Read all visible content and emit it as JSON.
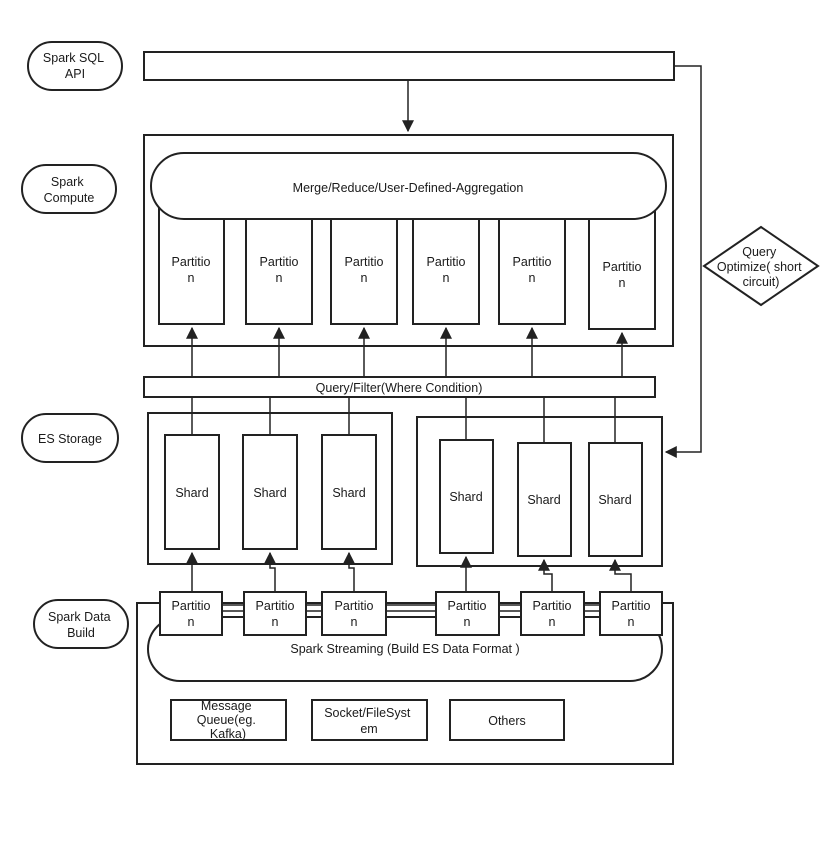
{
  "layers": {
    "sql_api": [
      "Spark SQL",
      "API"
    ],
    "compute": [
      "Spark",
      "Compute"
    ],
    "storage": [
      "ES Storage"
    ],
    "data_build": [
      "Spark Data",
      "Build"
    ]
  },
  "compute": {
    "aggregation_label": "Merge/Reduce/User-Defined-Aggregation",
    "partition_label": [
      "Partitio",
      "n"
    ]
  },
  "filter_label": "Query/Filter(Where Condition)",
  "shard_label": "Shard",
  "optimizer": {
    "label": [
      "Query",
      "Optimize( short",
      "circuit)"
    ]
  },
  "build": {
    "partition_label": [
      "Partitio",
      "n"
    ],
    "streaming_label": "Spark Streaming (Build ES Data Format )",
    "sources": [
      [
        "Message",
        "Queue(eg.",
        "Kafka)"
      ],
      [
        "Socket/FileSyst",
        "em"
      ],
      [
        "Others"
      ]
    ]
  }
}
